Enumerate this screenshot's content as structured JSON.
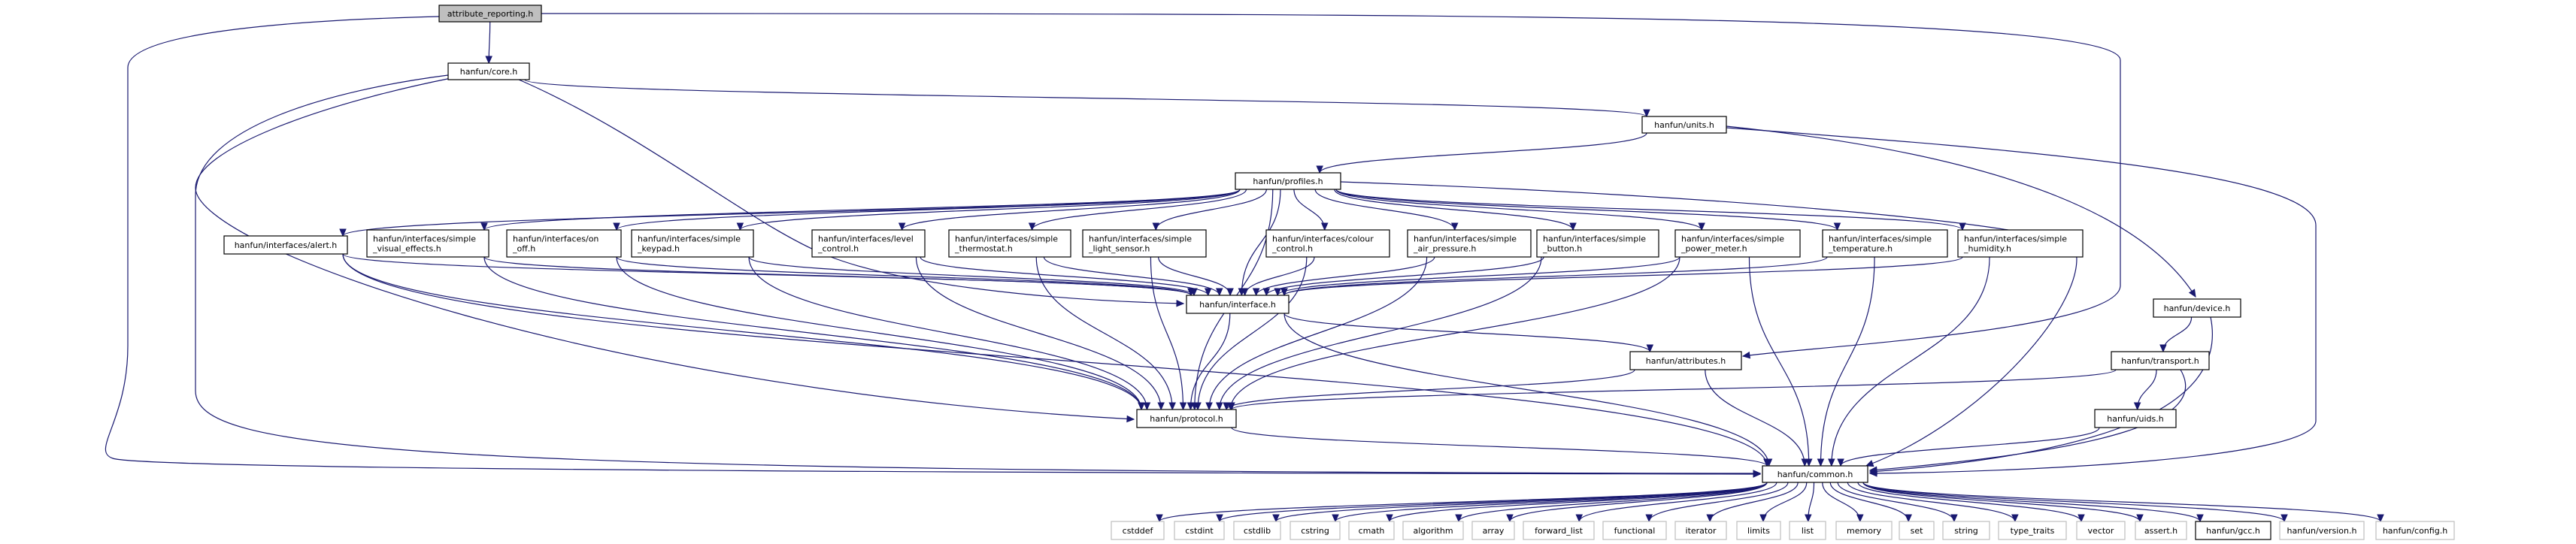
{
  "colors": {
    "edge": "#191970",
    "node_border": "#000000",
    "node_fill": "#ffffff",
    "root_fill": "#bfbfbf",
    "external_border": "#bfbfbf"
  },
  "nodes": [
    {
      "id": "attribute_reporting",
      "lines": [
        "attribute_reporting.h"
      ],
      "style": "root"
    },
    {
      "id": "core",
      "lines": [
        "hanfun/core.h"
      ]
    },
    {
      "id": "units",
      "lines": [
        "hanfun/units.h"
      ]
    },
    {
      "id": "profiles",
      "lines": [
        "hanfun/profiles.h"
      ]
    },
    {
      "id": "alert",
      "lines": [
        "hanfun/interfaces/alert.h"
      ]
    },
    {
      "id": "simple_visual_effects",
      "lines": [
        "hanfun/interfaces/simple",
        "_visual_effects.h"
      ]
    },
    {
      "id": "on_off",
      "lines": [
        "hanfun/interfaces/on",
        "_off.h"
      ]
    },
    {
      "id": "simple_keypad",
      "lines": [
        "hanfun/interfaces/simple",
        "_keypad.h"
      ]
    },
    {
      "id": "level_control",
      "lines": [
        "hanfun/interfaces/level",
        "_control.h"
      ]
    },
    {
      "id": "simple_thermostat",
      "lines": [
        "hanfun/interfaces/simple",
        "_thermostat.h"
      ]
    },
    {
      "id": "simple_light_sensor",
      "lines": [
        "hanfun/interfaces/simple",
        "_light_sensor.h"
      ]
    },
    {
      "id": "colour_control",
      "lines": [
        "hanfun/interfaces/colour",
        "_control.h"
      ]
    },
    {
      "id": "simple_air_pressure",
      "lines": [
        "hanfun/interfaces/simple",
        "_air_pressure.h"
      ]
    },
    {
      "id": "simple_button",
      "lines": [
        "hanfun/interfaces/simple",
        "_button.h"
      ]
    },
    {
      "id": "simple_power_meter",
      "lines": [
        "hanfun/interfaces/simple",
        "_power_meter.h"
      ]
    },
    {
      "id": "simple_temperature",
      "lines": [
        "hanfun/interfaces/simple",
        "_temperature.h"
      ]
    },
    {
      "id": "simple_humidity",
      "lines": [
        "hanfun/interfaces/simple",
        "_humidity.h"
      ]
    },
    {
      "id": "interface",
      "lines": [
        "hanfun/interface.h"
      ]
    },
    {
      "id": "attributes",
      "lines": [
        "hanfun/attributes.h"
      ]
    },
    {
      "id": "protocol",
      "lines": [
        "hanfun/protocol.h"
      ]
    },
    {
      "id": "device",
      "lines": [
        "hanfun/device.h"
      ]
    },
    {
      "id": "transport",
      "lines": [
        "hanfun/transport.h"
      ]
    },
    {
      "id": "uids",
      "lines": [
        "hanfun/uids.h"
      ]
    },
    {
      "id": "common",
      "lines": [
        "hanfun/common.h"
      ]
    },
    {
      "id": "cstddef",
      "lines": [
        "cstddef"
      ],
      "style": "external"
    },
    {
      "id": "cstdint",
      "lines": [
        "cstdint"
      ],
      "style": "external"
    },
    {
      "id": "cstdlib",
      "lines": [
        "cstdlib"
      ],
      "style": "external"
    },
    {
      "id": "cstring",
      "lines": [
        "cstring"
      ],
      "style": "external"
    },
    {
      "id": "cmath",
      "lines": [
        "cmath"
      ],
      "style": "external"
    },
    {
      "id": "algorithm",
      "lines": [
        "algorithm"
      ],
      "style": "external"
    },
    {
      "id": "array",
      "lines": [
        "array"
      ],
      "style": "external"
    },
    {
      "id": "forward_list",
      "lines": [
        "forward_list"
      ],
      "style": "external"
    },
    {
      "id": "functional",
      "lines": [
        "functional"
      ],
      "style": "external"
    },
    {
      "id": "iterator",
      "lines": [
        "iterator"
      ],
      "style": "external"
    },
    {
      "id": "limits",
      "lines": [
        "limits"
      ],
      "style": "external"
    },
    {
      "id": "list",
      "lines": [
        "list"
      ],
      "style": "external"
    },
    {
      "id": "memory",
      "lines": [
        "memory"
      ],
      "style": "external"
    },
    {
      "id": "set",
      "lines": [
        "set"
      ],
      "style": "external"
    },
    {
      "id": "string",
      "lines": [
        "string"
      ],
      "style": "external"
    },
    {
      "id": "type_traits",
      "lines": [
        "type_traits"
      ],
      "style": "external"
    },
    {
      "id": "vector",
      "lines": [
        "vector"
      ],
      "style": "external"
    },
    {
      "id": "assert",
      "lines": [
        "assert.h"
      ],
      "style": "external"
    },
    {
      "id": "gcc",
      "lines": [
        "hanfun/gcc.h"
      ]
    },
    {
      "id": "version",
      "lines": [
        "hanfun/version.h"
      ],
      "style": "external"
    },
    {
      "id": "config",
      "lines": [
        "hanfun/config.h"
      ],
      "style": "external"
    }
  ],
  "edges": [
    [
      "attribute_reporting",
      "core"
    ],
    [
      "attribute_reporting",
      "attributes"
    ],
    [
      "attribute_reporting",
      "common"
    ],
    [
      "core",
      "units"
    ],
    [
      "core",
      "interface"
    ],
    [
      "core",
      "protocol"
    ],
    [
      "core",
      "common"
    ],
    [
      "units",
      "profiles"
    ],
    [
      "units",
      "device"
    ],
    [
      "units",
      "common"
    ],
    [
      "profiles",
      "alert"
    ],
    [
      "profiles",
      "simple_visual_effects"
    ],
    [
      "profiles",
      "on_off"
    ],
    [
      "profiles",
      "simple_keypad"
    ],
    [
      "profiles",
      "level_control"
    ],
    [
      "profiles",
      "simple_thermostat"
    ],
    [
      "profiles",
      "simple_light_sensor"
    ],
    [
      "profiles",
      "colour_control"
    ],
    [
      "profiles",
      "simple_air_pressure"
    ],
    [
      "profiles",
      "simple_button"
    ],
    [
      "profiles",
      "simple_power_meter"
    ],
    [
      "profiles",
      "simple_temperature"
    ],
    [
      "profiles",
      "simple_humidity"
    ],
    [
      "profiles",
      "interface"
    ],
    [
      "profiles",
      "protocol"
    ],
    [
      "profiles",
      "common"
    ],
    [
      "alert",
      "interface"
    ],
    [
      "alert",
      "protocol"
    ],
    [
      "alert",
      "common"
    ],
    [
      "simple_visual_effects",
      "interface"
    ],
    [
      "simple_visual_effects",
      "protocol"
    ],
    [
      "on_off",
      "interface"
    ],
    [
      "on_off",
      "protocol"
    ],
    [
      "simple_keypad",
      "interface"
    ],
    [
      "simple_keypad",
      "protocol"
    ],
    [
      "level_control",
      "interface"
    ],
    [
      "level_control",
      "protocol"
    ],
    [
      "simple_thermostat",
      "interface"
    ],
    [
      "simple_thermostat",
      "protocol"
    ],
    [
      "simple_light_sensor",
      "interface"
    ],
    [
      "simple_light_sensor",
      "protocol"
    ],
    [
      "colour_control",
      "interface"
    ],
    [
      "colour_control",
      "protocol"
    ],
    [
      "simple_air_pressure",
      "interface"
    ],
    [
      "simple_air_pressure",
      "protocol"
    ],
    [
      "simple_button",
      "interface"
    ],
    [
      "simple_button",
      "protocol"
    ],
    [
      "simple_power_meter",
      "interface"
    ],
    [
      "simple_power_meter",
      "protocol"
    ],
    [
      "simple_power_meter",
      "common"
    ],
    [
      "simple_temperature",
      "interface"
    ],
    [
      "simple_temperature",
      "common"
    ],
    [
      "simple_humidity",
      "interface"
    ],
    [
      "simple_humidity",
      "common"
    ],
    [
      "interface",
      "attributes"
    ],
    [
      "interface",
      "protocol"
    ],
    [
      "interface",
      "common"
    ],
    [
      "attributes",
      "protocol"
    ],
    [
      "attributes",
      "common"
    ],
    [
      "protocol",
      "common"
    ],
    [
      "device",
      "transport"
    ],
    [
      "device",
      "common"
    ],
    [
      "transport",
      "uids"
    ],
    [
      "transport",
      "protocol"
    ],
    [
      "transport",
      "common"
    ],
    [
      "uids",
      "common"
    ],
    [
      "common",
      "cstddef"
    ],
    [
      "common",
      "cstdint"
    ],
    [
      "common",
      "cstdlib"
    ],
    [
      "common",
      "cstring"
    ],
    [
      "common",
      "cmath"
    ],
    [
      "common",
      "algorithm"
    ],
    [
      "common",
      "array"
    ],
    [
      "common",
      "forward_list"
    ],
    [
      "common",
      "functional"
    ],
    [
      "common",
      "iterator"
    ],
    [
      "common",
      "limits"
    ],
    [
      "common",
      "list"
    ],
    [
      "common",
      "memory"
    ],
    [
      "common",
      "set"
    ],
    [
      "common",
      "string"
    ],
    [
      "common",
      "type_traits"
    ],
    [
      "common",
      "vector"
    ],
    [
      "common",
      "assert"
    ],
    [
      "common",
      "gcc"
    ],
    [
      "common",
      "version"
    ],
    [
      "common",
      "config"
    ]
  ]
}
